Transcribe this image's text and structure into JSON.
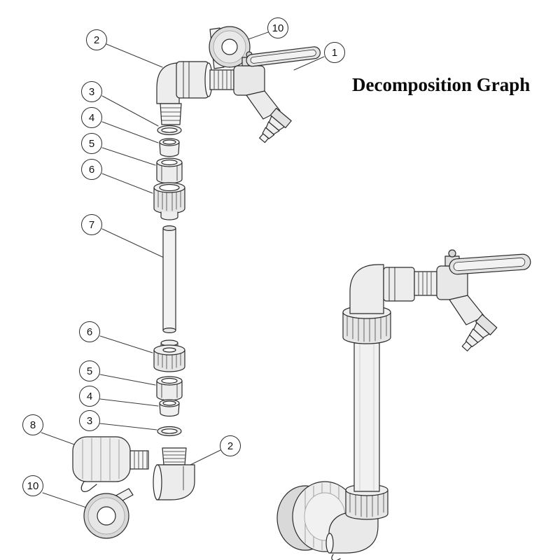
{
  "title": "Decomposition Graph",
  "background": "#ffffff",
  "line_color": "#2a2a2a",
  "callouts": [
    {
      "label": "10",
      "part": "round-gasket"
    },
    {
      "label": "2",
      "part": "elbow-fitting"
    },
    {
      "label": "1",
      "part": "tap-valve"
    },
    {
      "label": "3",
      "part": "o-ring"
    },
    {
      "label": "4",
      "part": "compression-ring"
    },
    {
      "label": "5",
      "part": "compression-nut"
    },
    {
      "label": "6",
      "part": "fitting-body"
    },
    {
      "label": "7",
      "part": "pipe"
    },
    {
      "label": "6",
      "part": "fitting-body"
    },
    {
      "label": "5",
      "part": "compression-nut"
    },
    {
      "label": "4",
      "part": "compression-ring"
    },
    {
      "label": "3",
      "part": "o-ring"
    },
    {
      "label": "2",
      "part": "elbow-fitting"
    },
    {
      "label": "8",
      "part": "tank-adapter"
    },
    {
      "label": "10",
      "part": "round-gasket"
    }
  ]
}
